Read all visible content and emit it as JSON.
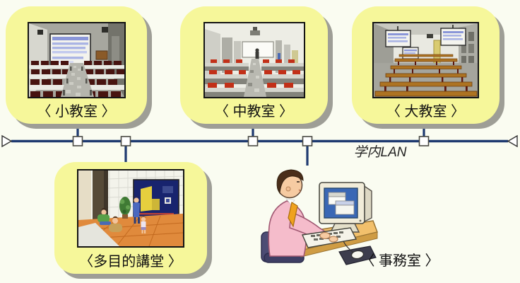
{
  "backbone": {
    "label": "学内LAN"
  },
  "nodes": {
    "small_classroom": {
      "label": "〈 小教室 〉"
    },
    "medium_classroom": {
      "label": "〈 中教室 〉"
    },
    "large_classroom": {
      "label": "〈 大教室 〉"
    },
    "multipurpose_hall": {
      "label": "〈多目的講堂 〉"
    },
    "office": {
      "label": "〈 事務室 〉"
    }
  },
  "colors": {
    "page_background": "#fafcf1",
    "node_background": "#f6f79a",
    "node_shadow": "#9e9e96",
    "lan_line": "#1e3a70",
    "label_text": "#111111"
  }
}
